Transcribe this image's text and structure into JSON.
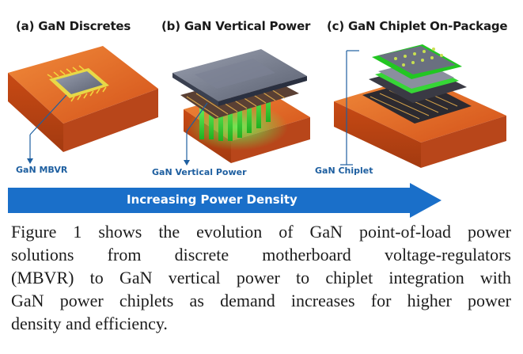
{
  "panels": [
    {
      "title": "(a) GaN Discretes",
      "callout": "GaN MBVR"
    },
    {
      "title": "(b) GaN Vertical Power",
      "callout": "GaN Vertical Power"
    },
    {
      "title": "(c) GaN Chiplet On-Package",
      "callout": "GaN Chiplet"
    }
  ],
  "arrow": {
    "label": "Increasing Power Density",
    "color": "#1a6fc9"
  },
  "caption_lines": [
    "Figure 1 shows the evolution of GaN point-of-load power",
    "solutions from discrete motherboard voltage-regulators",
    "(MBVR) to GaN vertical power to chiplet integration with",
    "GaN power chiplets as demand increases for higher power",
    "density and efficiency."
  ],
  "colors": {
    "package_orange": "#e0641c",
    "glow_green": "#3ce03c",
    "callout_blue": "#1e5fa0"
  }
}
